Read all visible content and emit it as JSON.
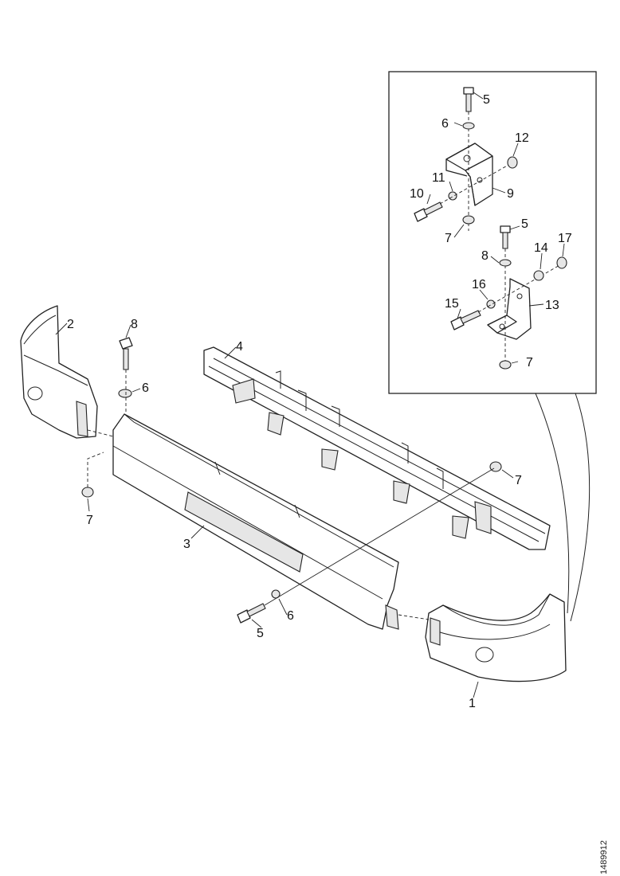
{
  "callouts": {
    "c1": "1",
    "c2": "2",
    "c3": "3",
    "c4": "4",
    "c5a": "5",
    "c5b": "5",
    "c5c": "5",
    "c6a": "6",
    "c6b": "6",
    "c6c": "6",
    "c7a": "7",
    "c7b": "7",
    "c7c": "7",
    "c7d": "7",
    "c8a": "8",
    "c8b": "8",
    "c9": "9",
    "c10": "10",
    "c11": "11",
    "c12": "12",
    "c13": "13",
    "c14": "14",
    "c15": "15",
    "c16": "16",
    "c17": "17"
  },
  "drawing_code": "1489912"
}
